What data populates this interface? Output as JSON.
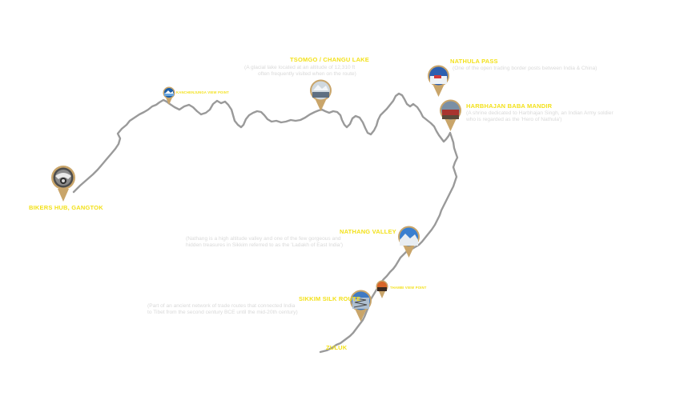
{
  "colors": {
    "route": "#9a9a9a",
    "label": "#f3e11a",
    "description": "#d9d9d9",
    "pin_border": "#c9a56a"
  },
  "places": {
    "gangtok": {
      "label": "BIKERS HUB, GANGTOK",
      "icon": "bikers-hub-logo-icon"
    },
    "kanchenjunga": {
      "label": "KANCHENJUNGA VIEW POINT",
      "icon": "mountain-lake-photo-icon"
    },
    "tsomgo": {
      "label": "TSOMGO / CHANGU LAKE",
      "desc": [
        "(A glacial lake located at an altitude of 12,310 ft",
        "often frequently visited when on the route)"
      ],
      "icon": "frozen-lake-photo-icon"
    },
    "nathula": {
      "label": "NATHULA PASS",
      "desc": [
        "(One of the open trading border posts between India & China)"
      ],
      "icon": "snow-pass-photo-icon"
    },
    "harbhajan": {
      "label": "HARBHAJAN BABA MANDIR",
      "desc": [
        "(A shrine dedicated to Harbhajan Singh, an Indian Army soldier",
        "who is regarded as the 'Hero of Nathula')"
      ],
      "icon": "temple-photo-icon"
    },
    "nathang": {
      "label": "NATHANG VALLEY",
      "desc": [
        "(Nathang is a high altitude valley and one of the few gorgeous and",
        "hidden treasures in Sikkim referred to as the 'Ladakh of East India')"
      ],
      "icon": "valley-photo-icon"
    },
    "thambi": {
      "label": "THAMBI VIEW POINT",
      "icon": "sunset-photo-icon"
    },
    "silkroute": {
      "label": "SIKKIM SILK ROUTE",
      "desc": [
        "(Part of an ancient network of trade routes that connected India",
        "to Tibet from the second century BCE until the mid-20th century)"
      ],
      "icon": "zigzag-road-photo-icon"
    },
    "zuluk": {
      "label": "ZULUK"
    }
  }
}
